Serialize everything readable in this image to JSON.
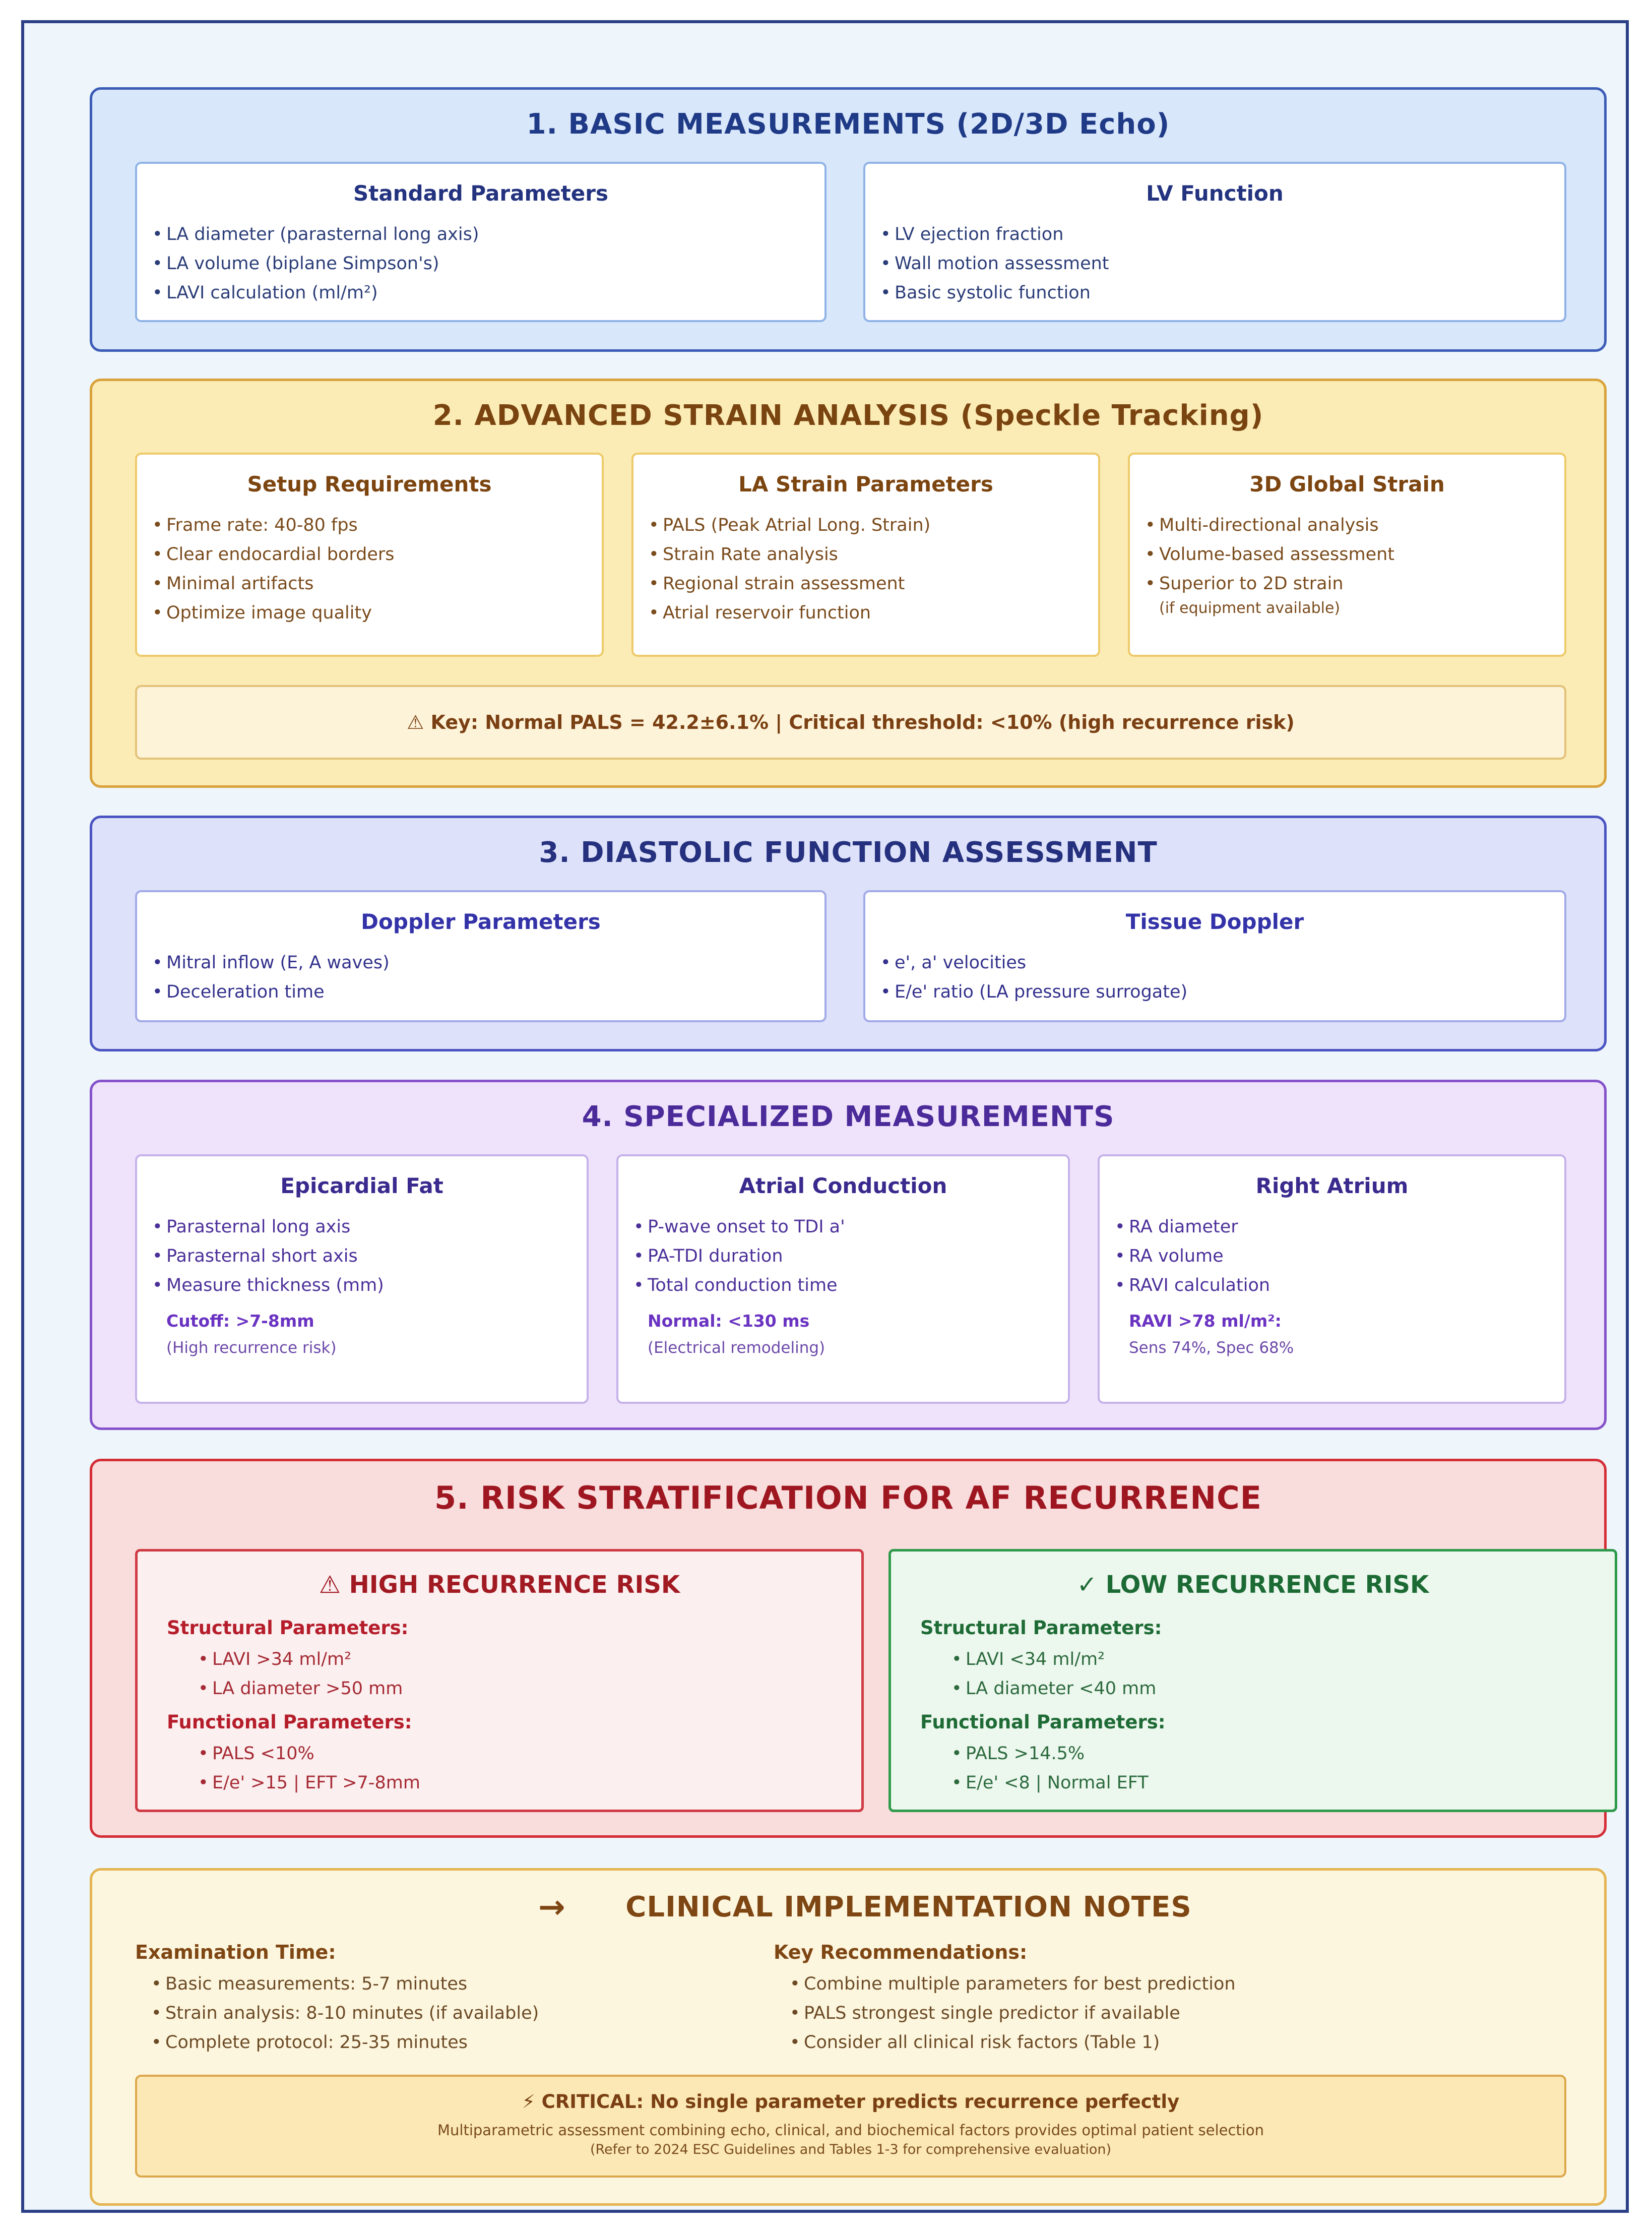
{
  "sections": {
    "basic": {
      "title": "1. BASIC MEASUREMENTS (2D/3D Echo)",
      "boxes": [
        {
          "title": "Standard Parameters",
          "items": [
            "LA diameter (parasternal long axis)",
            "LA volume (biplane Simpson's)",
            "LAVI calculation (ml/m²)"
          ]
        },
        {
          "title": "LV Function",
          "items": [
            "LV ejection fraction",
            "Wall motion assessment",
            "Basic systolic function"
          ]
        }
      ]
    },
    "strain": {
      "title": "2. ADVANCED STRAIN ANALYSIS (Speckle Tracking)",
      "boxes": [
        {
          "title": "Setup Requirements",
          "items": [
            "Frame rate: 40-80 fps",
            "Clear endocardial borders",
            "Minimal artifacts",
            "Optimize image quality"
          ]
        },
        {
          "title": "LA Strain Parameters",
          "items": [
            "PALS (Peak Atrial Long. Strain)",
            "Strain Rate analysis",
            "Regional strain assessment",
            "Atrial reservoir function"
          ]
        },
        {
          "title": "3D Global Strain",
          "items": [
            "Multi-directional analysis",
            "Volume-based assessment",
            "Superior to 2D strain"
          ],
          "note": "(if equipment available)"
        }
      ],
      "key": "⚠ Key: Normal PALS = 42.2±6.1% | Critical threshold: <10% (high recurrence risk)"
    },
    "diastolic": {
      "title": "3. DIASTOLIC FUNCTION ASSESSMENT",
      "boxes": [
        {
          "title": "Doppler Parameters",
          "items": [
            "Mitral inflow (E, A waves)",
            "Deceleration time"
          ]
        },
        {
          "title": "Tissue Doppler",
          "items": [
            "e', a' velocities",
            "E/e' ratio (LA pressure surrogate)"
          ]
        }
      ]
    },
    "specialized": {
      "title": "4. SPECIALIZED MEASUREMENTS",
      "boxes": [
        {
          "title": "Epicardial Fat",
          "items": [
            "Parasternal long axis",
            "Parasternal short axis",
            "Measure thickness (mm)"
          ],
          "cutoff": "Cutoff: >7-8mm",
          "sub": "(High recurrence risk)"
        },
        {
          "title": "Atrial Conduction",
          "items": [
            "P-wave onset to TDI a'",
            "PA-TDI duration",
            "Total conduction time"
          ],
          "cutoff": "Normal: <130 ms",
          "sub": "(Electrical remodeling)"
        },
        {
          "title": "Right Atrium",
          "items": [
            "RA diameter",
            "RA volume",
            "RAVI calculation"
          ],
          "cutoff": "RAVI >78 ml/m²:",
          "sub": "Sens 74%, Spec 68%"
        }
      ]
    },
    "risk": {
      "title": "5. RISK STRATIFICATION FOR AF RECURRENCE",
      "high": {
        "title": "⚠ HIGH RECURRENCE RISK",
        "structural_label": "Structural Parameters:",
        "structural": [
          "LAVI >34 ml/m²",
          "LA diameter >50 mm"
        ],
        "functional_label": "Functional Parameters:",
        "functional": [
          "PALS <10%",
          "E/e' >15 | EFT >7-8mm"
        ]
      },
      "low": {
        "title": "✓ LOW RECURRENCE RISK",
        "structural_label": "Structural Parameters:",
        "structural": [
          "LAVI <34 ml/m²",
          "LA diameter <40 mm"
        ],
        "functional_label": "Functional Parameters:",
        "functional": [
          "PALS >14.5%",
          "E/e' <8 | Normal EFT"
        ]
      }
    },
    "clinical": {
      "arrow": "→",
      "title": "CLINICAL IMPLEMENTATION NOTES",
      "left_title": "Examination Time:",
      "left_items": [
        "Basic measurements: 5-7 minutes",
        "Strain analysis: 8-10 minutes (if available)",
        "Complete protocol: 25-35 minutes"
      ],
      "right_title": "Key Recommendations:",
      "right_items": [
        "Combine multiple parameters for best prediction",
        "PALS strongest single predictor if available",
        "Consider all clinical risk factors (Table 1)"
      ],
      "critical_title": "⚡ CRITICAL: No single parameter predicts recurrence perfectly",
      "critical_line1": "Multiparametric assessment combining echo, clinical, and biochemical factors provides optimal patient selection",
      "critical_line2": "(Refer to 2024 ESC Guidelines and Tables 1-3 for comprehensive evaluation)"
    }
  }
}
